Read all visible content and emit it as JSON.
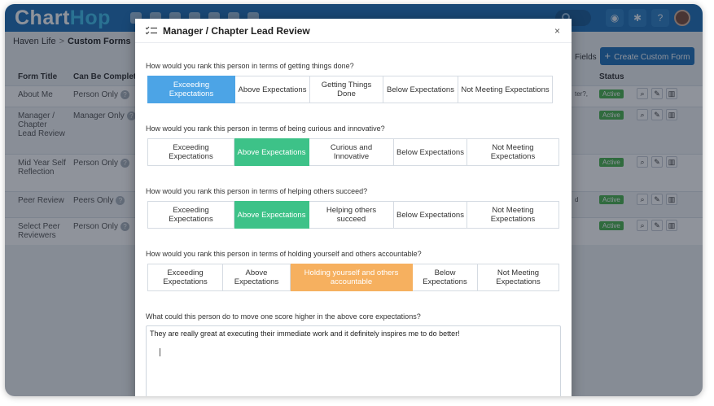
{
  "app": {
    "logo_chart": "Chart",
    "logo_hop": "Hop"
  },
  "breadcrumb": {
    "root": "Haven Life",
    "separator": ">",
    "current": "Custom Forms"
  },
  "toolbar": {
    "fields_label": "Fields",
    "create_label": "Create Custom Form",
    "create_icon": "+"
  },
  "table": {
    "headers": {
      "title": "Form Title",
      "can_complete": "Can Be Complete",
      "status": "Status"
    },
    "rows": [
      {
        "title": "About Me",
        "who": "Person Only",
        "stray": "ter?,",
        "status": "Active"
      },
      {
        "title": "Manager / Chapter Lead Review",
        "who": "Manager Only",
        "stray": "",
        "status": "Active"
      },
      {
        "title": "Mid Year Self Reflection",
        "who": "Person Only",
        "stray": "",
        "status": "Active"
      },
      {
        "title": "Peer Review",
        "who": "Peers Only",
        "stray": "d",
        "status": "Active"
      },
      {
        "title": "Select Peer Reviewers",
        "who": "Person Only",
        "stray": "",
        "status": "Active"
      }
    ]
  },
  "modal": {
    "title": "Manager / Chapter Lead Review",
    "close_glyph": "×",
    "questions": [
      {
        "text": "How would you rank this person in terms of getting things done?",
        "options": [
          "Exceeding Expectations",
          "Above Expectations",
          "Getting Things Done",
          "Below Expectations",
          "Not Meeting Expectations"
        ],
        "selected": 0,
        "selected_color": "#4ca4e6"
      },
      {
        "text": "How would you rank this person in terms of being curious and innovative?",
        "options": [
          "Exceeding Expectations",
          "Above Expectations",
          "Curious and Innovative",
          "Below Expectations",
          "Not Meeting Expectations"
        ],
        "selected": 1,
        "selected_color": "#3dc288"
      },
      {
        "text": "How would you rank this person in terms of helping others succeed?",
        "options": [
          "Exceeding Expectations",
          "Above Expectations",
          "Helping others succeed",
          "Below Expectations",
          "Not Meeting Expectations"
        ],
        "selected": 1,
        "selected_color": "#3dc288"
      },
      {
        "text": "How would you rank this person in terms of holding yourself and others accountable?",
        "options": [
          "Exceeding Expectations",
          "Above Expectations",
          "Holding yourself and others accountable",
          "Below Expectations",
          "Not Meeting Expectations"
        ],
        "selected": 2,
        "selected_color": "#f6b05f"
      }
    ],
    "free_text_question": "What could this person do to move one score higher in the above core expectations?",
    "free_text_answer": "They are really great at executing their immediate work and it definitely inspires me to do better!"
  },
  "colors": {
    "brand": "#1d6fb8",
    "accent": "#3ec0ee",
    "active": "#49b34d"
  }
}
